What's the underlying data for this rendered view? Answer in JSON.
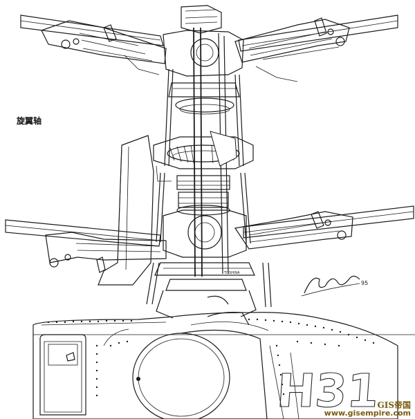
{
  "labels": {
    "rotor_shaft": "旋翼轴",
    "tail_number": "H31",
    "hub_marking": "TOSHINA",
    "signature_year": "95"
  },
  "watermark": {
    "brand": "GIS帝国",
    "url": "www.gisempire.com"
  }
}
